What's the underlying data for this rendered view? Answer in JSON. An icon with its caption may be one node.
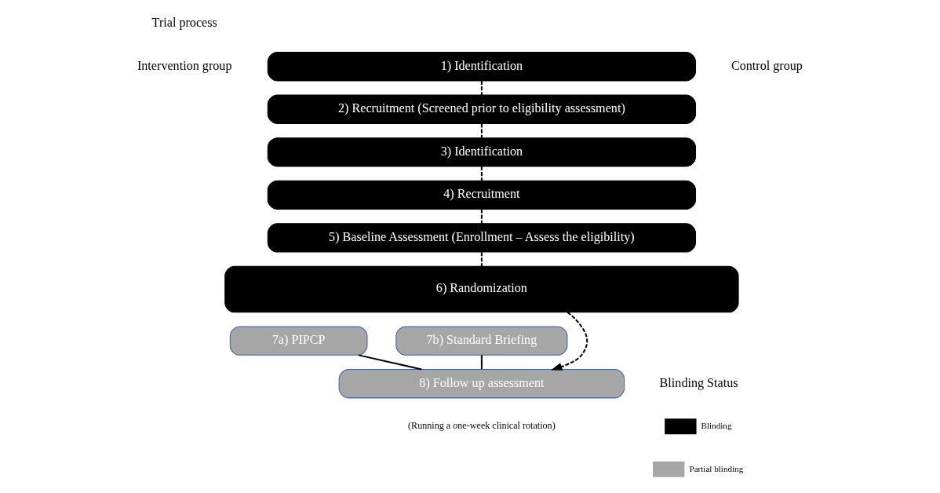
{
  "diagram": {
    "nodes": [
      {
        "text": [
          "1) Identification"
        ]
      },
      {
        "text": [
          "2) Recruitment (Screened prior to eligibility assessment)"
        ]
      },
      {
        "text": [
          "3) Identification"
        ]
      },
      {
        "text": [
          "4) Recruitment"
        ]
      },
      {
        "text": [
          "5) Baseline Assessment (Enrollment – Assess the eligibility)"
        ]
      },
      {
        "text": [
          "6) Randomization"
        ]
      },
      {
        "text": [
          "7a) PIPCP"
        ]
      },
      {
        "text": [
          "7b) Standard Briefing"
        ]
      },
      {
        "text": [
          "8) Follow up assessment"
        ],
        "beside": [
          "(Running a one-week clinical rotation)"
        ]
      }
    ],
    "edges": [
      {
        "from": 0,
        "to": 1,
        "arrow": "none",
        "style": "dashed"
      },
      {
        "from": 1,
        "to": 2,
        "arrow": "none",
        "style": "dashed"
      },
      {
        "from": 2,
        "to": 3,
        "arrow": "none",
        "style": "dashed"
      },
      {
        "from": 3,
        "to": 4,
        "arrow": "none",
        "style": "dashed"
      },
      {
        "from": 4,
        "to": 5,
        "arrow": "none",
        "style": "dashed"
      },
      {
        "from": 5,
        "to": 8,
        "arrow": "to",
        "style": "dashed"
      },
      {
        "from": 6,
        "to": 8,
        "arrow": "none"
      },
      {
        "from": 7,
        "to": 8,
        "arrow": "none"
      }
    ],
    "labels": [
      "Intervention group",
      "Control group",
      "Trial process",
      "Blinding Status"
    ],
    "legend": [
      {
        "text": "Blinding",
        "color": "#000000"
      },
      {
        "text": "Partial blinding",
        "color": "#a6a6a6"
      }
    ]
  }
}
